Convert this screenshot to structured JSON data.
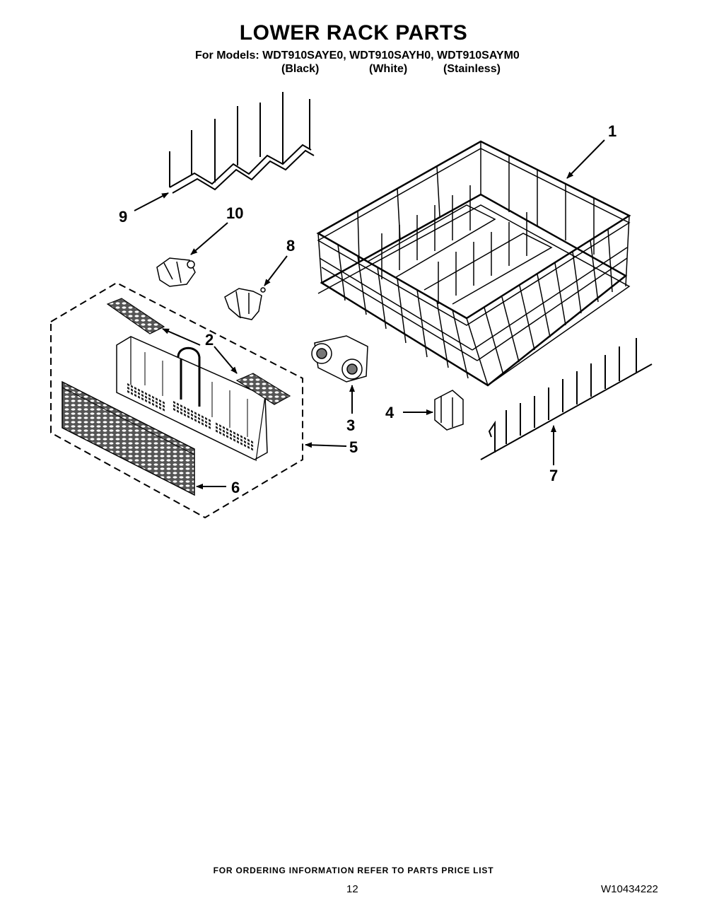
{
  "header": {
    "title": "LOWER RACK PARTS",
    "models_line": "For Models: WDT910SAYE0, WDT910SAYH0, WDT910SAYM0",
    "finishes": [
      "(Black)",
      "(White)",
      "(Stainless)"
    ]
  },
  "callouts": [
    "1",
    "2",
    "3",
    "4",
    "5",
    "6",
    "7",
    "8",
    "9",
    "10"
  ],
  "footer": {
    "ordering_note": "FOR ORDERING INFORMATION REFER TO PARTS PRICE LIST",
    "page_number": "12",
    "document_number": "W10434222"
  }
}
